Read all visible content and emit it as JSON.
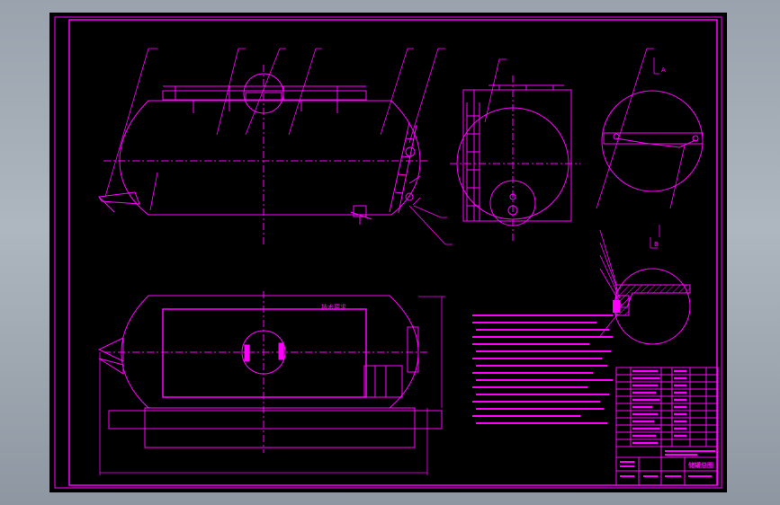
{
  "colors": {
    "background": "#000000",
    "line": "#ff00ff",
    "frame": "#ff00ff",
    "viewport_gradient_top": "#9aa3ad",
    "viewport_gradient_bottom": "#8e97a1"
  },
  "title_block": {
    "drawing_title": "储罐总图"
  },
  "notes": {
    "heading": "技术要求"
  },
  "views": {
    "section_a": {
      "label": "A"
    },
    "section_b": {
      "label": "B"
    }
  }
}
